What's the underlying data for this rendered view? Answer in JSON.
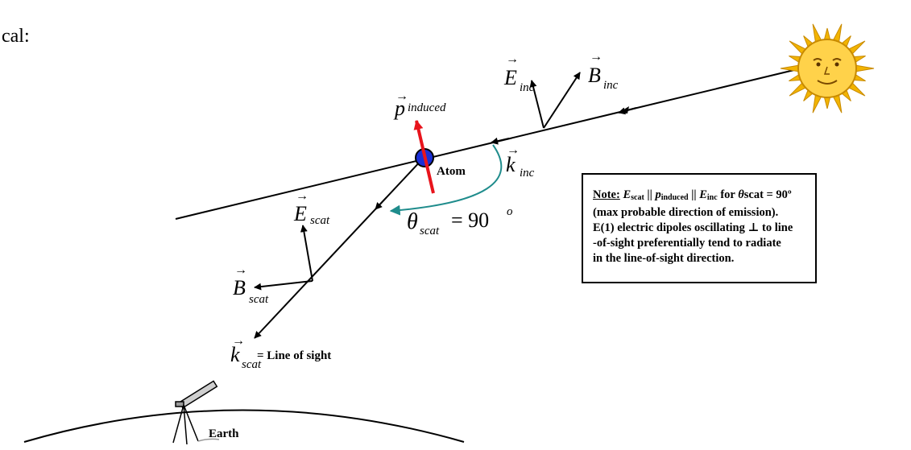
{
  "fragment_top_left": "cal:",
  "labels": {
    "atom": "Atom",
    "earth": "Earth",
    "line_of_sight": "= Line of sight"
  },
  "vectors": {
    "E_inc": {
      "symbol": "E",
      "sub": "inc"
    },
    "B_inc": {
      "symbol": "B",
      "sub": "inc"
    },
    "k_inc": {
      "symbol": "k",
      "sub": "inc"
    },
    "p_induced": {
      "symbol": "p",
      "sub": "induced"
    },
    "E_scat": {
      "symbol": "E",
      "sub": "scat"
    },
    "B_scat": {
      "symbol": "B",
      "sub": "scat"
    },
    "k_scat": {
      "symbol": "k",
      "sub": "scat"
    }
  },
  "angle": {
    "symbol": "θ",
    "sub": "scat",
    "eq": "= 90",
    "sup": "o"
  },
  "note": {
    "head": "Note:",
    "E": "E",
    "E_sub": "scat",
    "sep1": " || ",
    "p": "p",
    "p_sub": "induced",
    "sep2": " || ",
    "E2": "E",
    "E2_sub": "inc",
    "for_text": " for ",
    "theta": "θ",
    "cond": "scat = 90º",
    "line2": "(max probable direction of emission).",
    "line3": "E(1) electric dipoles oscillating ⊥ to line",
    "line4": "-of-sight preferentially tend to radiate",
    "line5": "in the line-of-sight direction."
  },
  "colors": {
    "dipole": "#e8141c",
    "atom": "#1a2fd6",
    "angle_arc": "#1f8c8c",
    "sun_rays": "#f2b400",
    "sun_face": "#ffd24a"
  }
}
